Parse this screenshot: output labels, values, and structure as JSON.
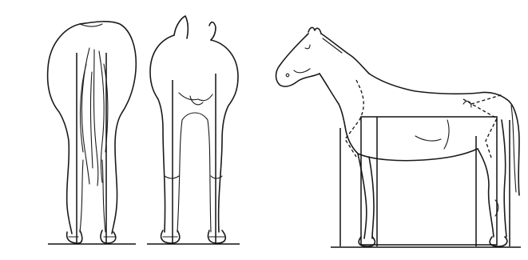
{
  "figure": {
    "panels": [
      {
        "view": "rear",
        "icon": "horse-rear-view-icon"
      },
      {
        "view": "front",
        "icon": "horse-front-view-icon"
      },
      {
        "view": "side",
        "icon": "horse-side-view-icon"
      }
    ],
    "colors": {
      "ink": "#1a1a1a",
      "background": "#ffffff"
    }
  }
}
